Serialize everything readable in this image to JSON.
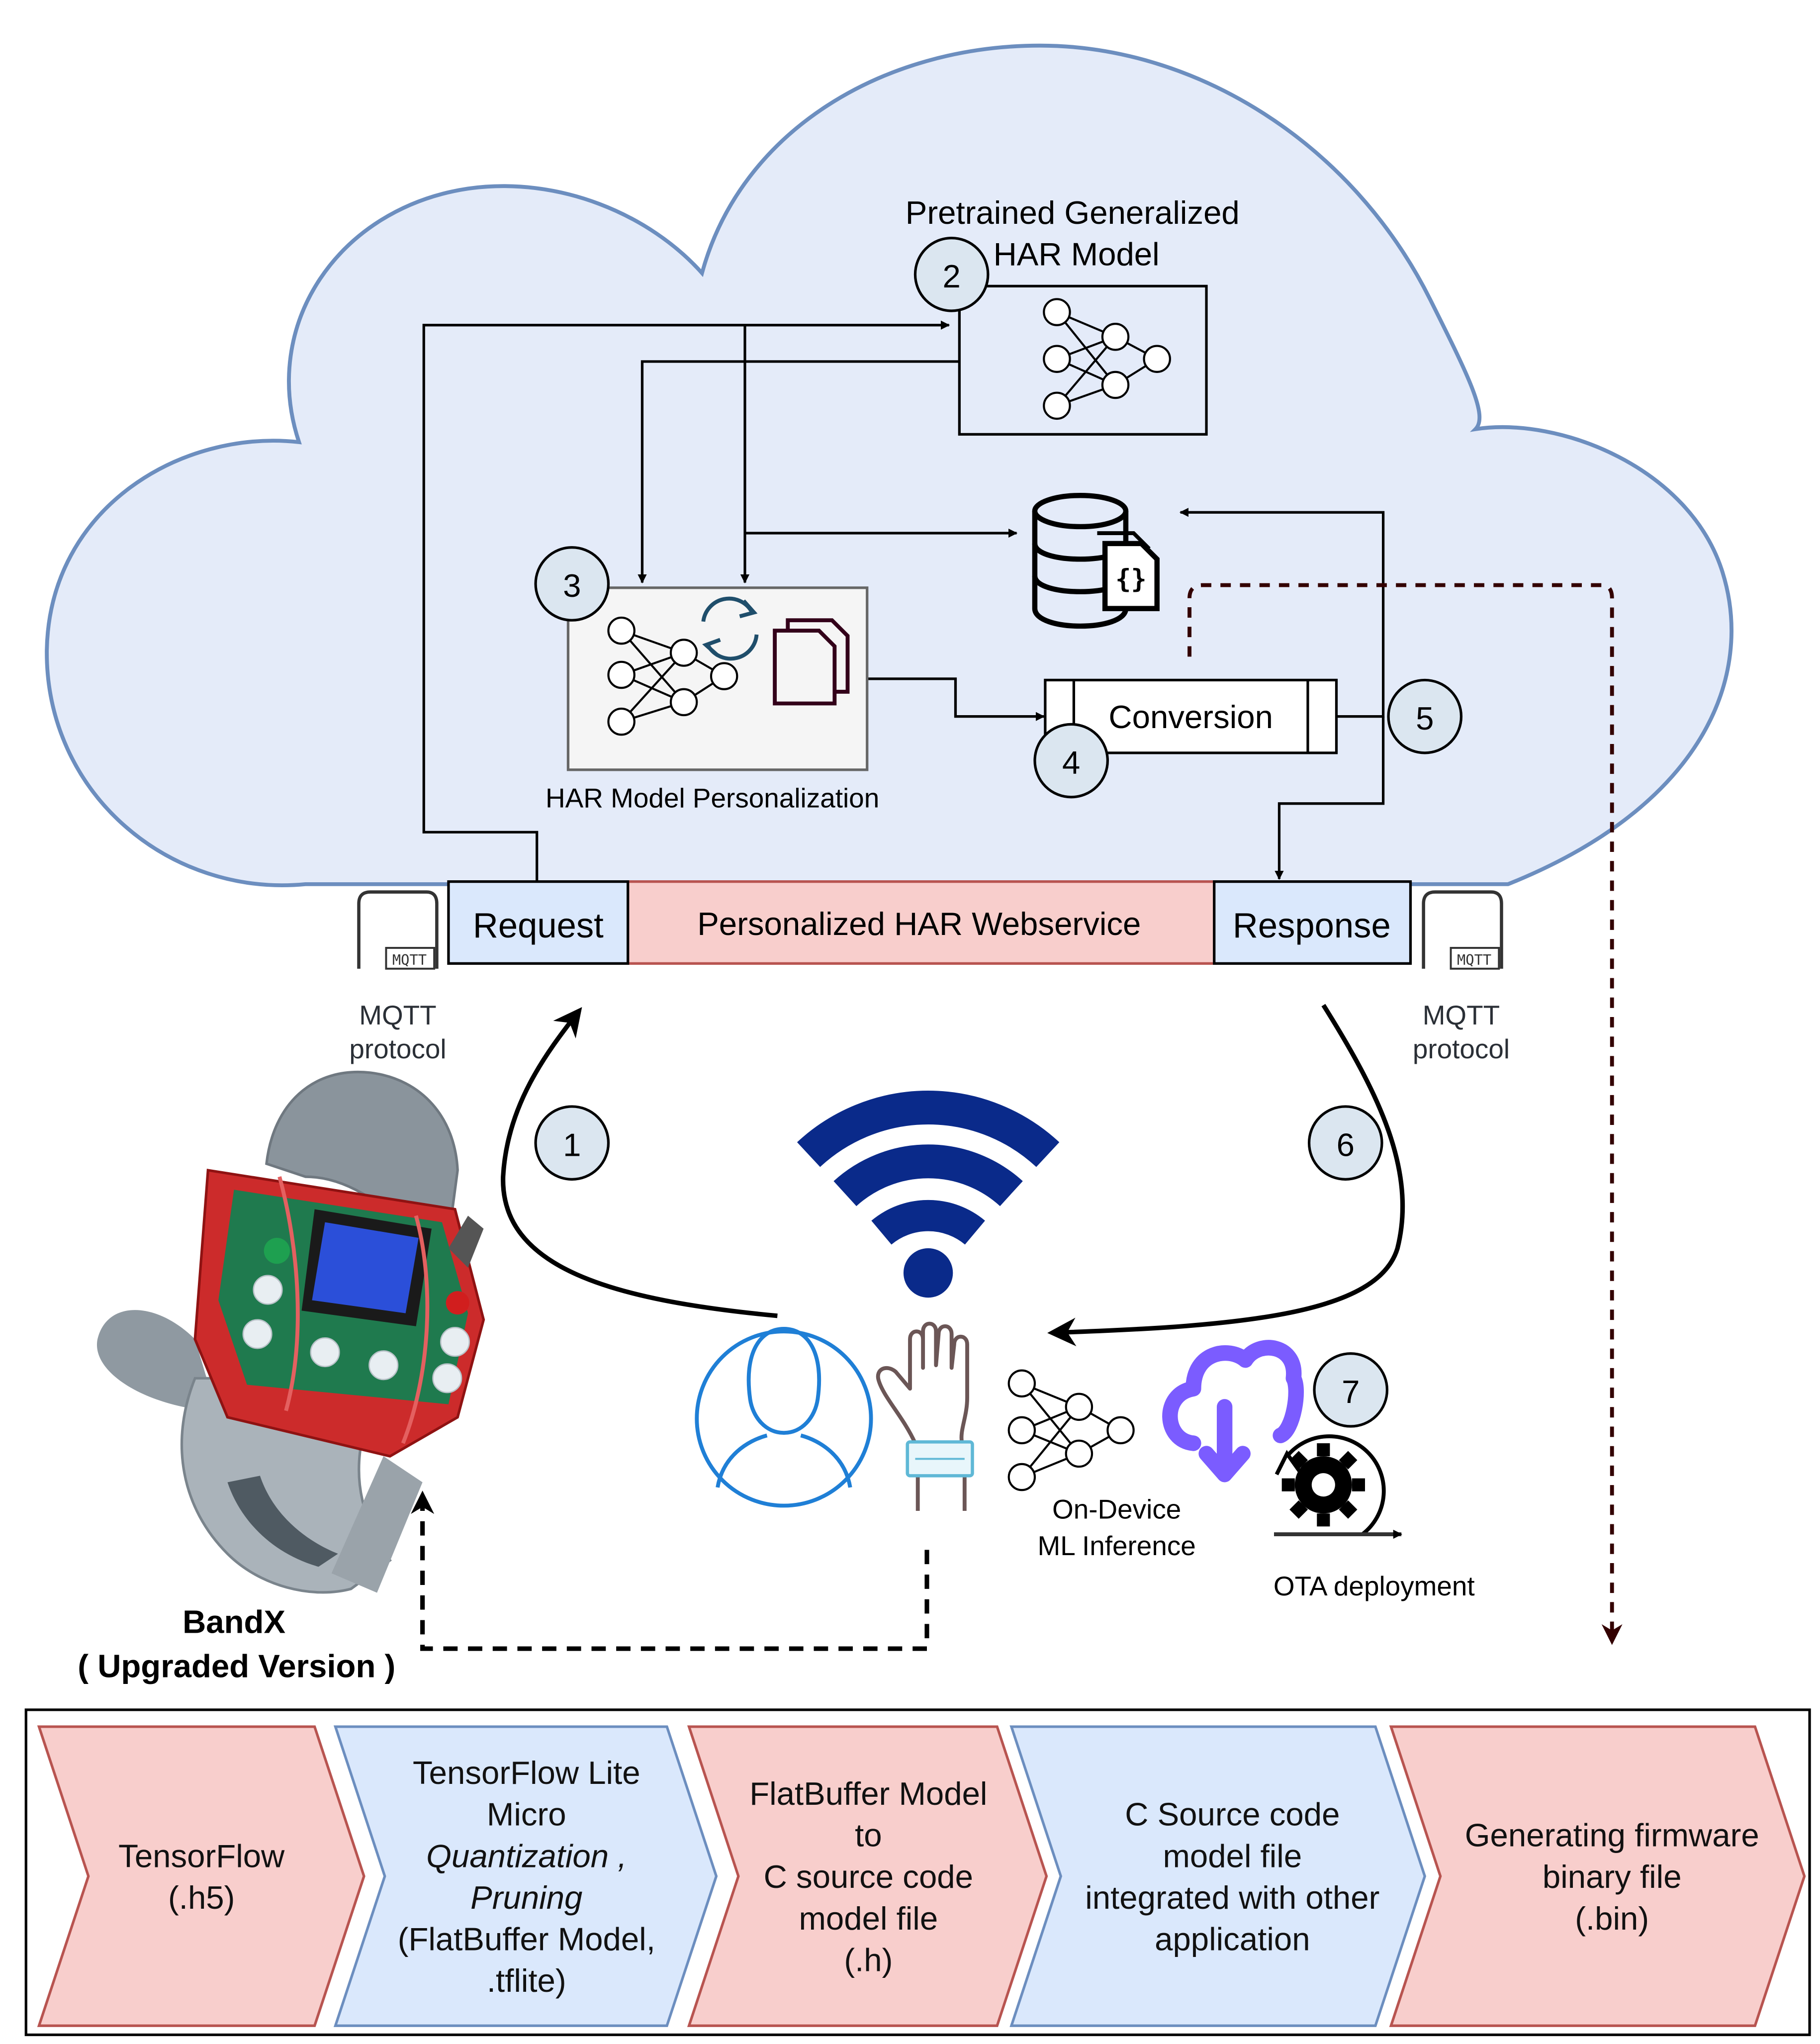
{
  "cloud": {
    "pretrained_line1": "Pretrained Generalized",
    "pretrained_line2": "HAR Model",
    "personalization_label": "HAR Model Personalization",
    "conversion_label": "Conversion"
  },
  "steps": {
    "s1": "1",
    "s2": "2",
    "s3": "3",
    "s4": "4",
    "s5": "5",
    "s6": "6",
    "s7": "7"
  },
  "webservice": {
    "request_label": "Request",
    "service_label": "Personalized HAR Webservice",
    "response_label": "Response",
    "mqtt_icon_text": "MQTT",
    "mqtt_left_line1": "MQTT",
    "mqtt_left_line2": "protocol",
    "mqtt_right_line1": "MQTT",
    "mqtt_right_line2": "protocol"
  },
  "device": {
    "name": "BandX",
    "version": "( Upgraded Version )",
    "inference_line1": "On-Device",
    "inference_line2": "ML  Inference",
    "ota_label": "OTA deployment"
  },
  "pipeline": [
    {
      "lines": [
        "TensorFlow",
        "(.h5)"
      ],
      "italic": [
        false,
        false
      ]
    },
    {
      "lines": [
        "TensorFlow Lite",
        "Micro",
        "Quantization ,",
        "Pruning",
        "(FlatBuffer Model,",
        ".tflite)"
      ],
      "italic": [
        false,
        false,
        true,
        true,
        false,
        false
      ]
    },
    {
      "lines": [
        "FlatBuffer Model",
        "to",
        "C source code",
        "model file",
        "(.h)"
      ],
      "italic": [
        false,
        false,
        false,
        false,
        false
      ]
    },
    {
      "lines": [
        "C Source code",
        "model file",
        "integrated with other",
        "application"
      ],
      "italic": [
        false,
        false,
        false,
        false
      ]
    },
    {
      "lines": [
        "Generating firmware",
        "binary file",
        "(.bin)"
      ],
      "italic": [
        false,
        false,
        false
      ]
    }
  ],
  "colors": {
    "cloud_fill": "#e4ebf9",
    "cloud_stroke": "#6c8ebf",
    "pink_fill": "#f8cecc",
    "pink_stroke": "#b85450",
    "blue_fill": "#dae8fc",
    "blue_stroke": "#6c8ebf",
    "step_fill": "#dbe6f0",
    "dark_red_dashed": "#330000",
    "wifi_navy": "#0a2a8a",
    "user_blue": "#1f7fd6",
    "ota_purple": "#7b5cff"
  }
}
